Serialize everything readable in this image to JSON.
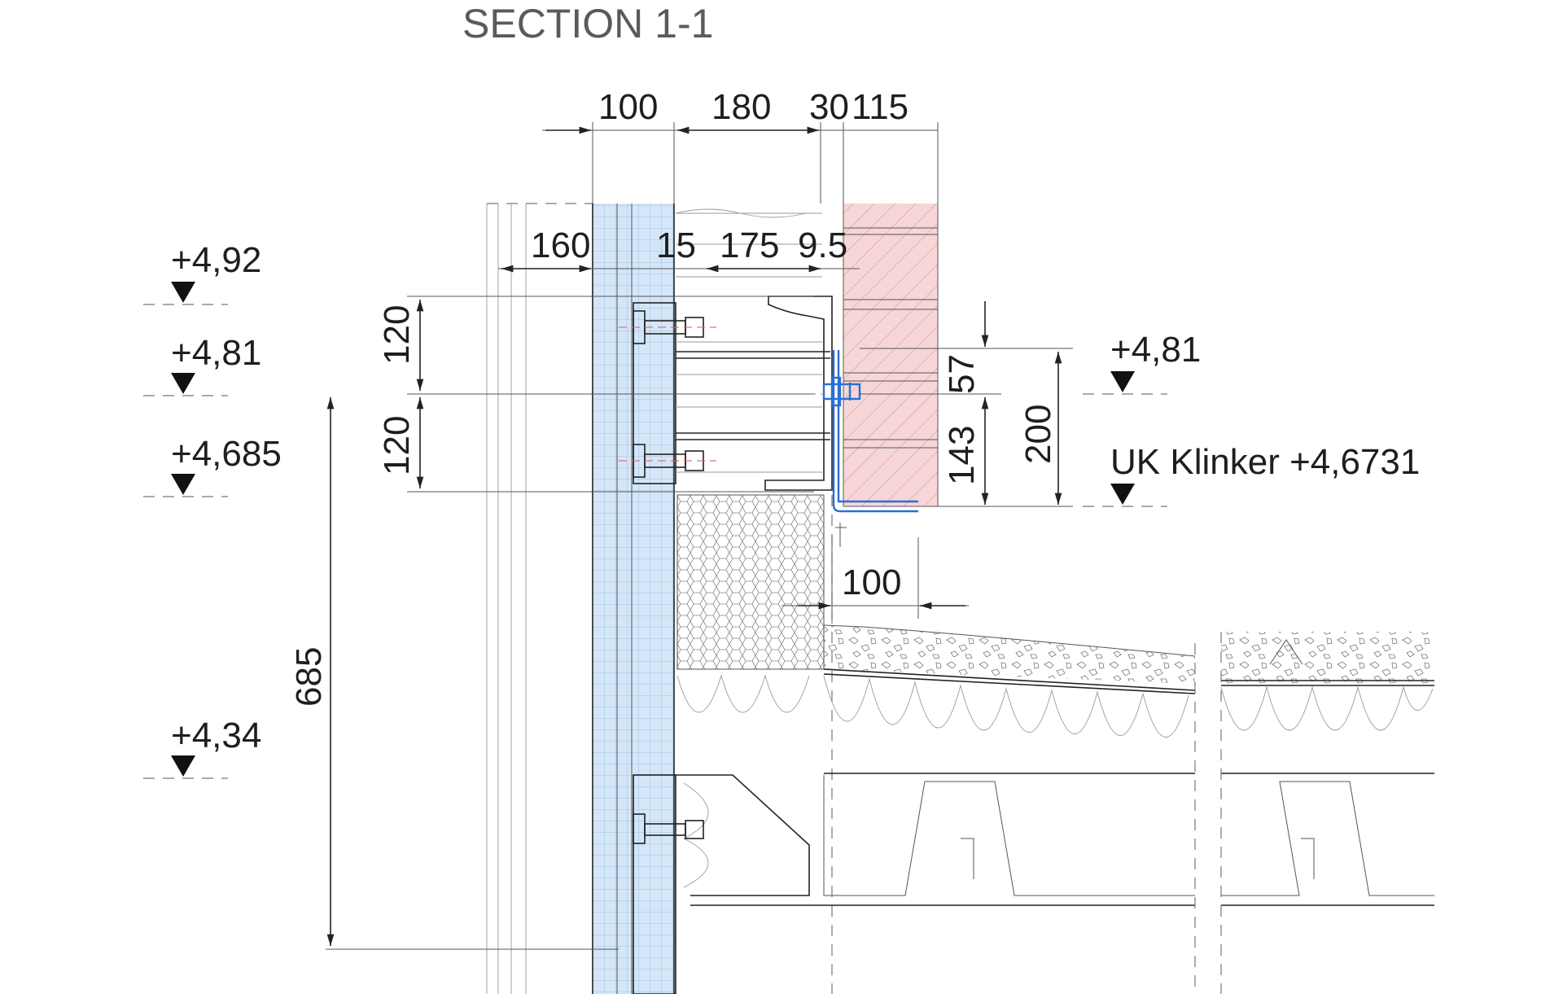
{
  "title": "SECTION 1-1",
  "dimensions": {
    "top_row": [
      "100",
      "180",
      "30",
      "115"
    ],
    "second_row": [
      "160",
      "15",
      "175",
      "9.5"
    ],
    "left_vertical": [
      "120",
      "120",
      "685"
    ],
    "right_vertical": [
      "57",
      "143",
      "200"
    ],
    "lower_horizontal": "100"
  },
  "levels_left": [
    "+4,92",
    "+4,81",
    "+4,685",
    "+4,34"
  ],
  "levels_right": [
    "+4,81",
    "UK Klinker +4,6731"
  ],
  "colors": {
    "glulam_column": "#d4e6f8",
    "clinker_brick": "#f6d6d6",
    "annotation_blue": "#2a6ed8",
    "title_grey": "#5a5a5a"
  }
}
